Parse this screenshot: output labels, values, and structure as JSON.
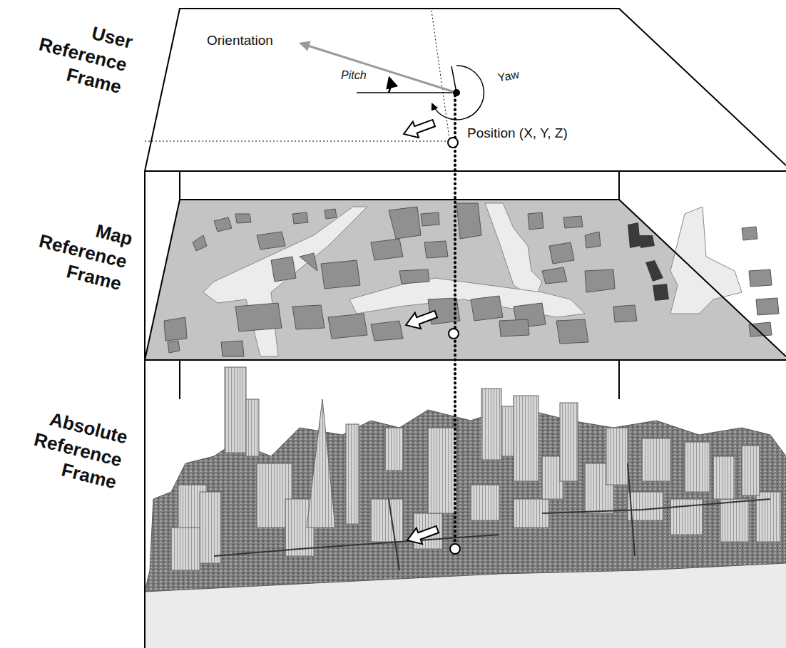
{
  "diagram": {
    "nodes": [
      {
        "text": [
          "User Reference Frame"
        ]
      },
      {
        "text": [
          "Map Reference Frame"
        ]
      },
      {
        "text": [
          "Absolute Reference Frame"
        ]
      }
    ],
    "labels": [
      "Orientation",
      "Pitch",
      "Yaw",
      "Position (X, Y, Z)"
    ]
  }
}
